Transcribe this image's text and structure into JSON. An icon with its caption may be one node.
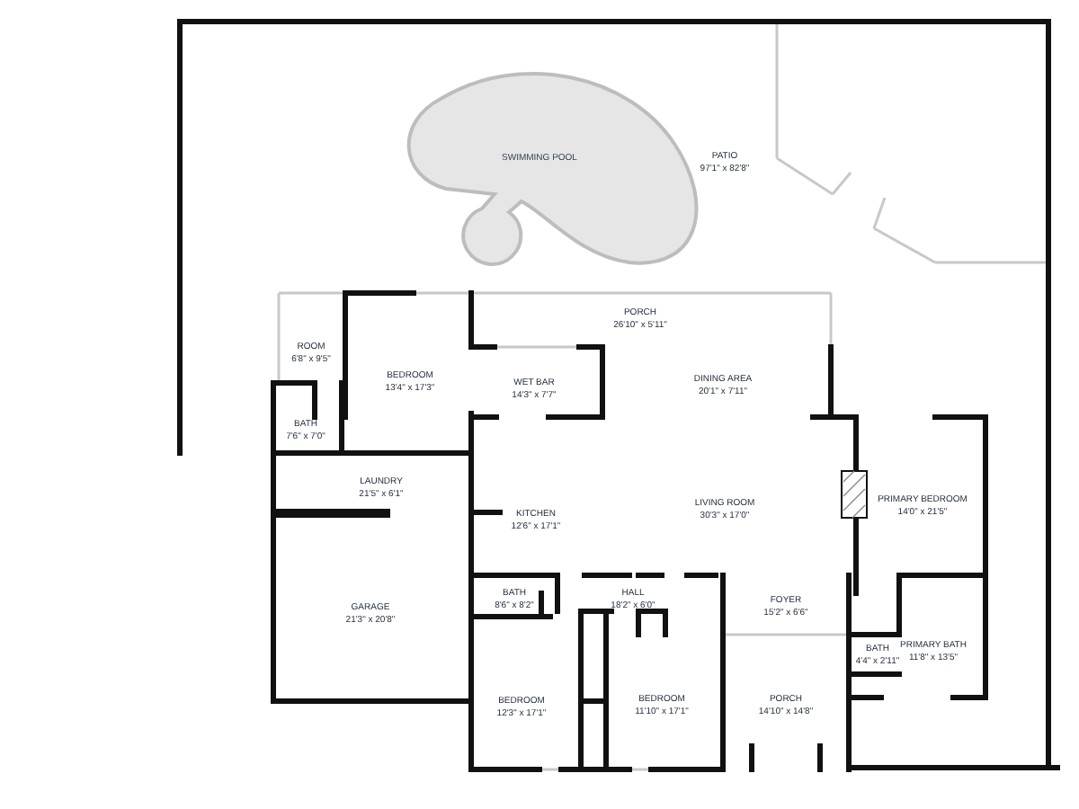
{
  "diagram": {
    "nodes": [
      {
        "text": [
          "SWIMMING POOL"
        ]
      }
    ],
    "labels": [
      "PATIO",
      "97'1\" x 82'8\"",
      "PORCH",
      "26'10\" x 5'11\"",
      "ROOM",
      "6'8\" x 9'5\"",
      "BEDROOM",
      "13'4\" x 17'3\"",
      "WET BAR",
      "14'3\" x 7'7\"",
      "DINING AREA",
      "20'1\" x 7'11\"",
      "BATH",
      "7'6\" x 7'0\"",
      "LAUNDRY",
      "21'5\" x 6'1\"",
      "LIVING ROOM",
      "30'3\" x 17'0\"",
      "PRIMARY BEDROOM",
      "14'0\" x 21'5\"",
      "KITCHEN",
      "12'6\" x 17'1\"",
      "BATH",
      "8'6\" x 8'2\"",
      "HALL",
      "18'2\" x 6'0\"",
      "FOYER",
      "15'2\" x 6'6\"",
      "GARAGE",
      "21'3\" x 20'8\"",
      "PRIMARY BATH",
      "11'8\" x 13'5\"",
      "BATH",
      "4'4\" x 2'11\"",
      "BEDROOM",
      "12'3\" x 17'1\"",
      "BEDROOM",
      "11'10\" x 17'1\"",
      "PORCH",
      "14'10\" x 14'8\""
    ]
  }
}
